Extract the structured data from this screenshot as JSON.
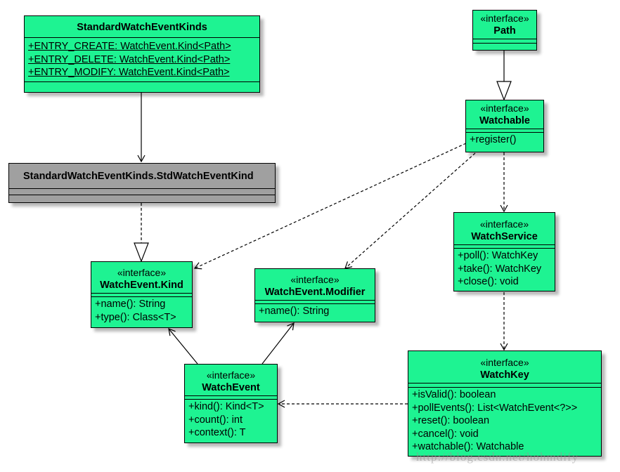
{
  "diagram": {
    "classes": {
      "standard_watch_event_kinds": {
        "name": "StandardWatchEventKinds",
        "attributes": [
          "+ENTRY_CREATE: WatchEvent.Kind<Path>",
          "+ENTRY_DELETE: WatchEvent.Kind<Path>",
          "+ENTRY_MODIFY: WatchEvent.Kind<Path>"
        ]
      },
      "std_watch_event_kind": {
        "name": "StandardWatchEventKinds.StdWatchEventKind"
      },
      "path": {
        "stereotype": "«interface»",
        "name": "Path"
      },
      "watchable": {
        "stereotype": "«interface»",
        "name": "Watchable",
        "methods": [
          "+register()"
        ]
      },
      "watch_service": {
        "stereotype": "«interface»",
        "name": "WatchService",
        "methods": [
          "+poll(): WatchKey",
          "+take(): WatchKey",
          "+close(): void"
        ]
      },
      "watch_event_kind": {
        "stereotype": "«interface»",
        "name": "WatchEvent.Kind",
        "methods": [
          "+name(): String",
          "+type(): Class<T>"
        ]
      },
      "watch_event_modifier": {
        "stereotype": "«interface»",
        "name": "WatchEvent.Modifier",
        "methods": [
          "+name(): String"
        ]
      },
      "watch_event": {
        "stereotype": "«interface»",
        "name": "WatchEvent",
        "methods": [
          "+kind(): Kind<T>",
          "+count(): int",
          "+context(): T"
        ]
      },
      "watch_key": {
        "stereotype": "«interface»",
        "name": "WatchKey",
        "methods": [
          "+isValid(): boolean",
          "+pollEvents(): List<WatchEvent<?>>",
          "+reset(): boolean",
          "+cancel(): void",
          "+watchable(): Watchable"
        ]
      }
    },
    "watermark": "http://blog.csdn.net/hohmdify"
  },
  "colors": {
    "interface_fill": "#1ef392",
    "nested_class_fill": "#a0a0a0",
    "line": "#000000"
  }
}
